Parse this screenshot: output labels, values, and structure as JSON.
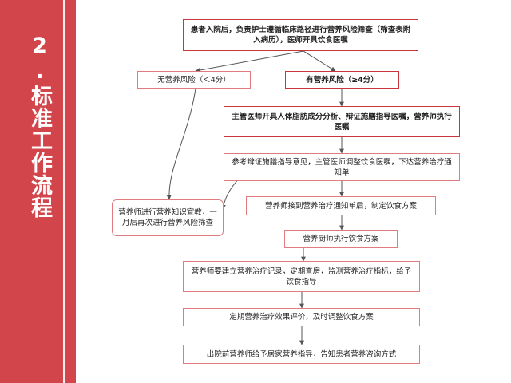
{
  "sidebar": {
    "title": "2.标准工作流程"
  },
  "nodes": {
    "n1": "患者入院后，负责护士遵循临床路径进行营养风险筛查（筛查表附入病历），医师开具饮食医嘱",
    "n2": "无营养风险（＜4分）",
    "n3": "有营养风险（≥4分）",
    "n4": "主管医师开具人体脂肪成分分析、辩证施膳指导医嘱，营养师执行医嘱",
    "n5": "参考辩证施膳指导意见，主管医师调整饮食医嘱，下达营养治疗通知单",
    "n6": "营养师进行营养知识宣教，一月后再次进行营养风险筛查",
    "n7": "营养师接到营养治疗通知单后，制定饮食方案",
    "n8": "营养厨师执行饮食方案",
    "n9": "营养师要建立营养治疗记录，定期查房，监测营养治疗指标，给予饮食指导",
    "n10": "定期营养治疗效果评价，及时调整饮食方案",
    "n11": "出院前营养师给予居家营养指导，告知患者营养咨询方式"
  },
  "colors": {
    "accent": "#d2464b",
    "border": "#c8363c",
    "arrow": "#555555"
  }
}
